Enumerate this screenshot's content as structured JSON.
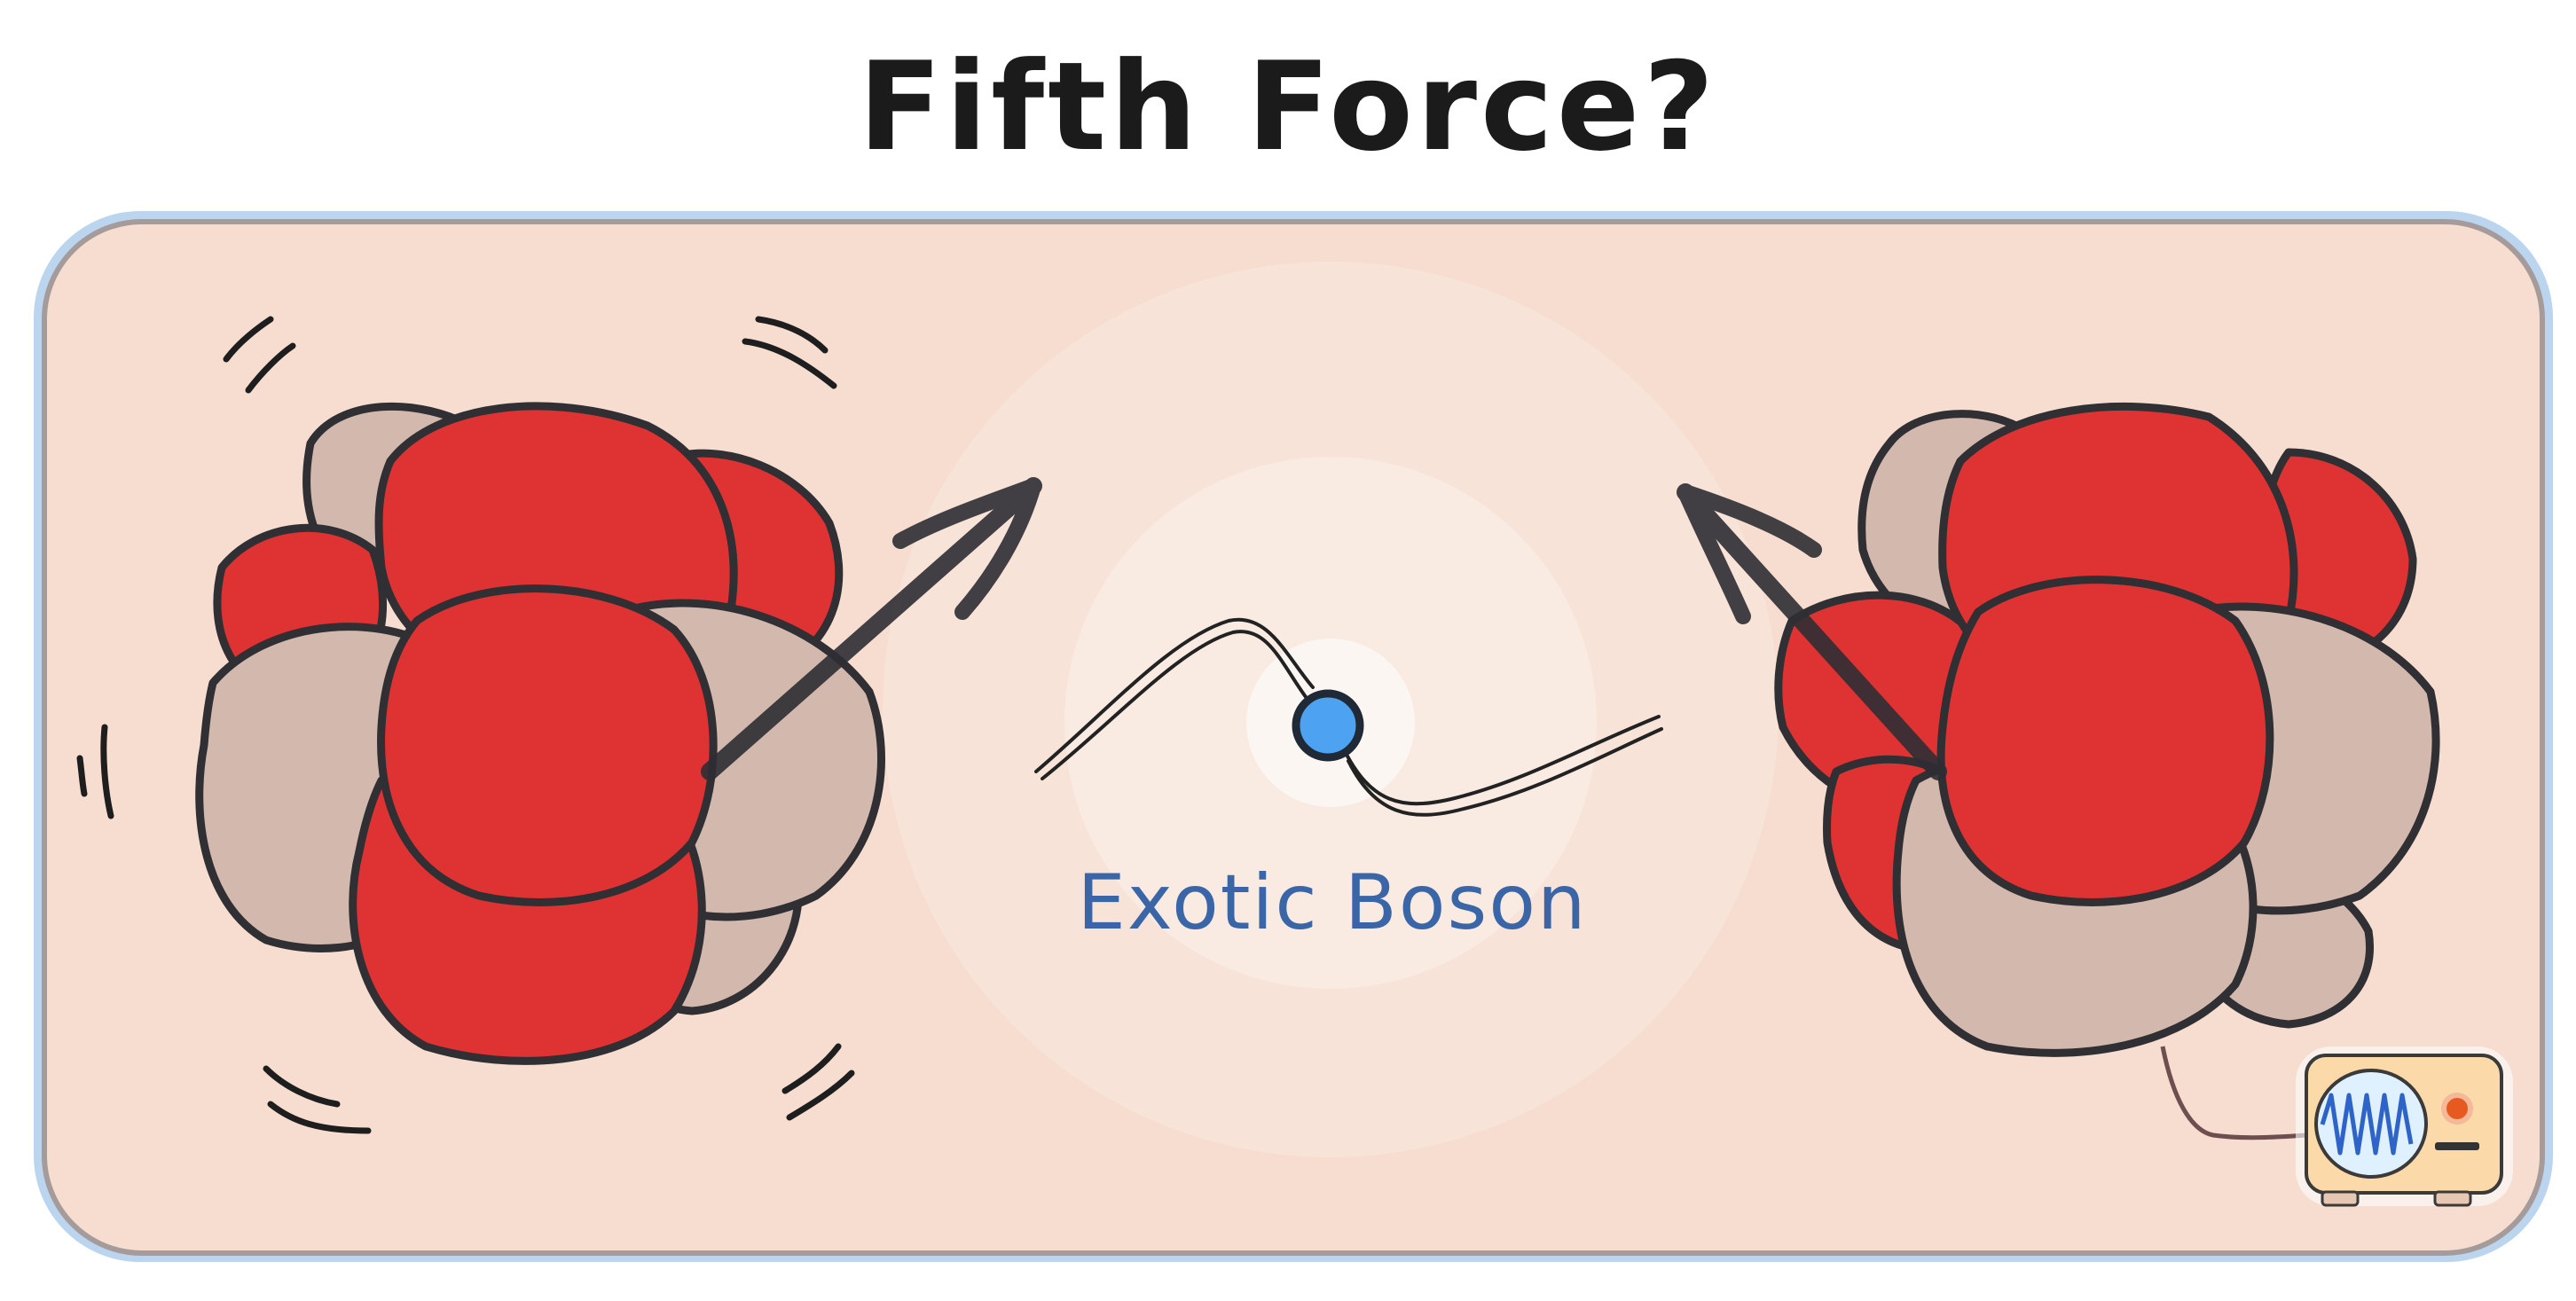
{
  "title": "Fifth Force?",
  "boson": {
    "label": "Exotic Boson"
  },
  "colors": {
    "panel_fill": "#f6ddd0",
    "panel_border": "#bcd5ef",
    "proton": "#df3232",
    "neutron": "#d3b8ae",
    "outline": "#2f2f34",
    "boson": "#4da3f2",
    "boson_label": "#3a66a8",
    "detector_body": "#fbd9a8",
    "detector_screen": "#dff0ff",
    "signal": "#2e63c8",
    "indicator": "#e75a1f"
  },
  "icons": {
    "left_nucleus": "atomic-nucleus",
    "right_nucleus": "atomic-nucleus",
    "detector": "oscilloscope-detector",
    "boson": "particle-dot"
  }
}
